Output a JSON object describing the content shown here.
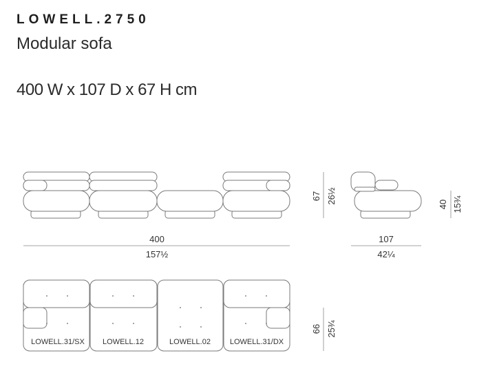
{
  "header": {
    "title": "LOWELL.2750",
    "subtitle": "Modular sofa",
    "dimensions": "400 W x 107 D x 67 H cm"
  },
  "front_view": {
    "width_cm": "400",
    "width_in": "157½",
    "height_cm": "67",
    "height_in": "26½"
  },
  "side_view": {
    "depth_cm": "107",
    "depth_in": "42¼",
    "seat_cm": "40",
    "seat_in": "15¾"
  },
  "plan_view": {
    "modules": [
      {
        "label": "LOWELL.31/SX"
      },
      {
        "label": "LOWELL.12"
      },
      {
        "label": "LOWELL.02"
      },
      {
        "label": "LOWELL.31/DX"
      }
    ],
    "depth_cm": "66",
    "depth_in": "25¾"
  }
}
